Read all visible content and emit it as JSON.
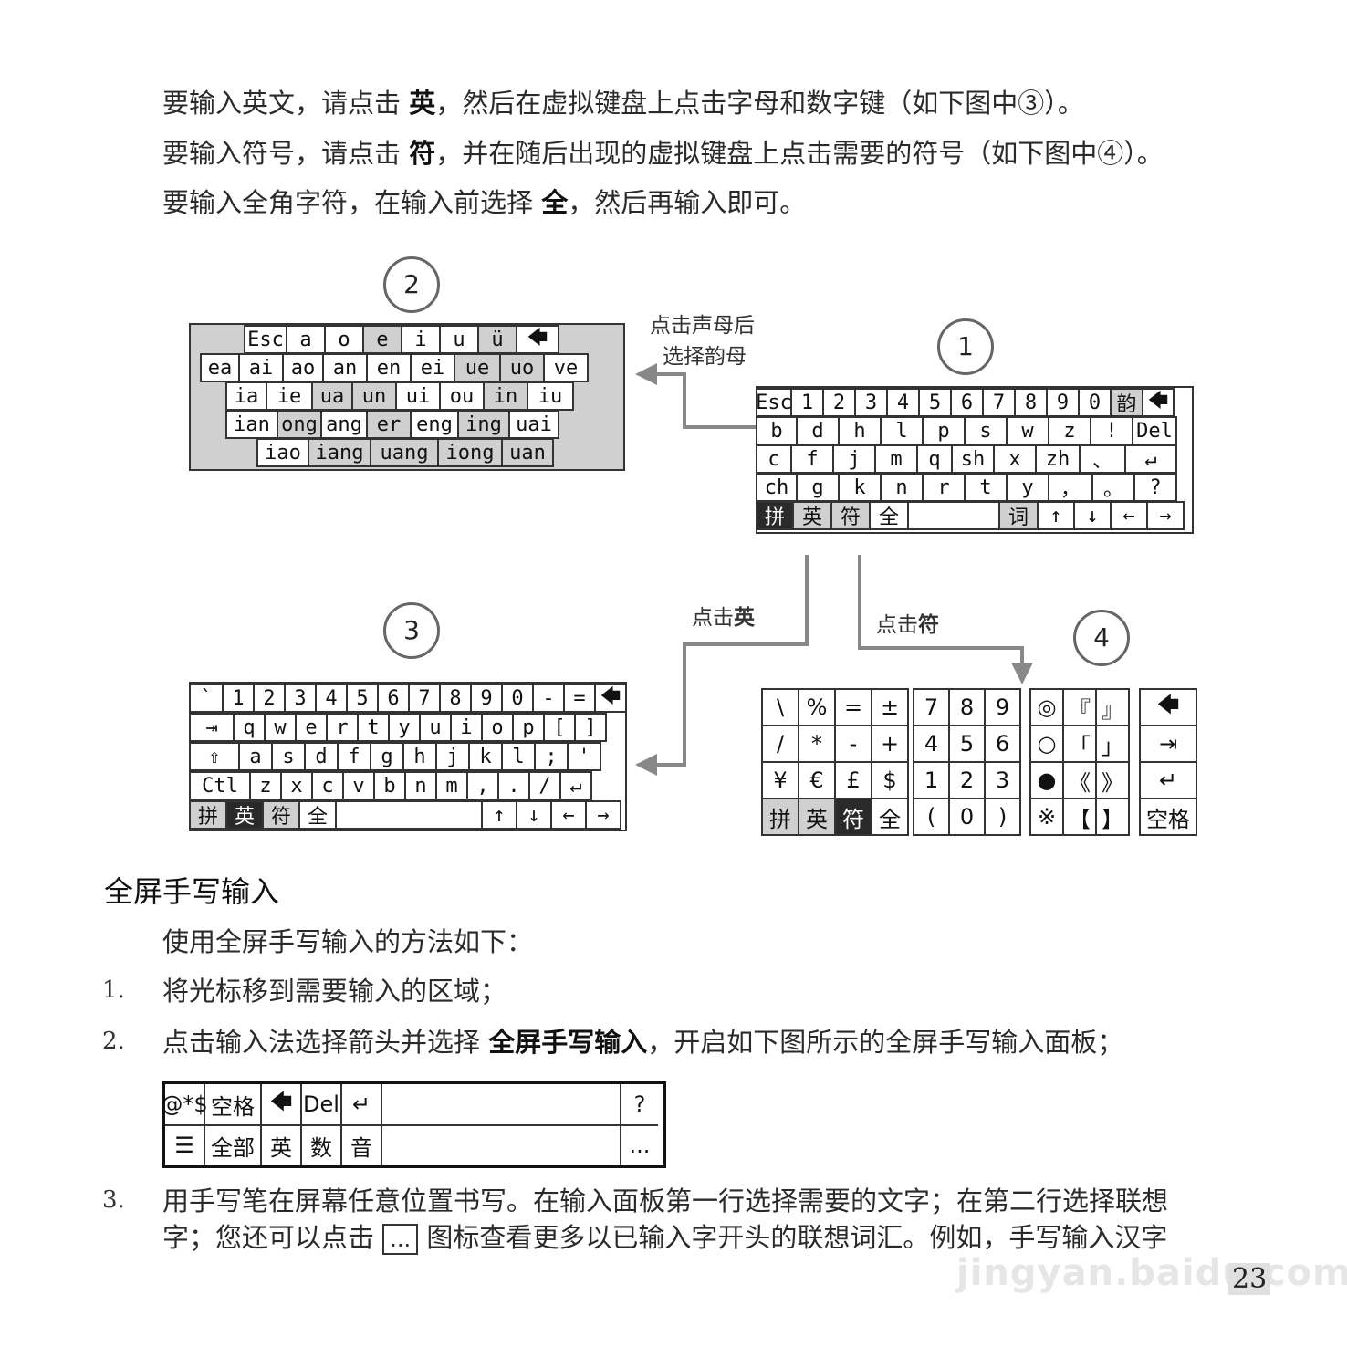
{
  "intro": {
    "line1_a": "要输入英文，请点击 ",
    "line1_b": "英",
    "line1_c": "，然后在虚拟键盘上点击字母和数字键（如下图中③）。",
    "line2_a": "要输入符号，请点击 ",
    "line2_b": "符",
    "line2_c": "，并在随后出现的虚拟键盘上点击需要的符号（如下图中④）。",
    "line3_a": "要输入全角字符，在输入前选择 ",
    "line3_b": "全",
    "line3_c": "，然后再输入即可。"
  },
  "labels": {
    "c1": "1",
    "c2": "2",
    "c3": "3",
    "c4": "4",
    "anno_vowel_1": "点击声母后",
    "anno_vowel_2": "选择韵母",
    "anno_eng_a": "点击",
    "anno_eng_b": "英",
    "anno_sym_a": "点击",
    "anno_sym_b": "符"
  },
  "kb1": {
    "rows": [
      [
        "Esc",
        "1",
        "2",
        "3",
        "4",
        "5",
        "6",
        "7",
        "8",
        "9",
        "0",
        "韵",
        "🡄"
      ],
      [
        "b",
        "d",
        "h",
        "l",
        "p",
        "s",
        "w",
        "z",
        "!",
        "Del"
      ],
      [
        "c",
        "f",
        "j",
        "m",
        "q",
        "sh",
        "x",
        "zh",
        "、",
        "↵"
      ],
      [
        "ch",
        "g",
        "k",
        "n",
        "r",
        "t",
        "y",
        "，",
        "。",
        "?"
      ],
      [
        "拼",
        "英",
        "符",
        "全",
        "",
        "词",
        "↑",
        "↓",
        "←",
        "→"
      ]
    ]
  },
  "kb2": {
    "rows": [
      [
        "Esc",
        "a",
        "o",
        "e",
        "i",
        "u",
        "ü",
        "🡄"
      ],
      [
        "ea",
        "ai",
        "ao",
        "an",
        "en",
        "ei",
        "ue",
        "uo",
        "ve"
      ],
      [
        "ia",
        "ie",
        "ua",
        "un",
        "ui",
        "ou",
        "in",
        "iu"
      ],
      [
        "ian",
        "ong",
        "ang",
        "er",
        "eng",
        "ing",
        "uai"
      ],
      [
        "iao",
        "iang",
        "uang",
        "iong",
        "uan"
      ]
    ]
  },
  "kb3": {
    "rows": [
      [
        "`",
        "1",
        "2",
        "3",
        "4",
        "5",
        "6",
        "7",
        "8",
        "9",
        "0",
        "-",
        "=",
        "🡄"
      ],
      [
        "⇥",
        "q",
        "w",
        "e",
        "r",
        "t",
        "y",
        "u",
        "i",
        "o",
        "p",
        "[",
        "]"
      ],
      [
        "⇧",
        "a",
        "s",
        "d",
        "f",
        "g",
        "h",
        "j",
        "k",
        "l",
        ";",
        "'"
      ],
      [
        "Ctl",
        "z",
        "x",
        "c",
        "v",
        "b",
        "n",
        "m",
        ",",
        ".",
        "/",
        "↵"
      ],
      [
        "拼",
        "英",
        "符",
        "全",
        "",
        "↑",
        "↓",
        "←",
        "→"
      ]
    ]
  },
  "kb4": {
    "block1": [
      "\\",
      "%",
      "=",
      "±",
      "/",
      "*",
      "-",
      "+",
      "¥",
      "€",
      "£",
      "$",
      "拼",
      "英",
      "符",
      "全"
    ],
    "block2": [
      "7",
      "8",
      "9",
      "4",
      "5",
      "6",
      "1",
      "2",
      "3",
      "(",
      "0",
      ")"
    ],
    "block3": [
      "◎",
      "『",
      "』",
      "○",
      "「",
      "」",
      "●",
      "《",
      "》",
      "※",
      "【",
      "】"
    ],
    "block4": [
      "🡄",
      "⇥",
      "↵",
      "空格"
    ]
  },
  "section": {
    "heading": "全屏手写输入",
    "desc": "使用全屏手写输入的方法如下：",
    "item1_num": "1.",
    "item1": "将光标移到需要输入的区域；",
    "item2_num": "2.",
    "item2_a": "点击输入法选择箭头并选择 ",
    "item2_b": "全屏手写输入",
    "item2_c": "，开启如下图所示的全屏手写输入面板；",
    "item3_num": "3.",
    "item3_line1": "用手写笔在屏幕任意位置书写。在输入面板第一行选择需要的文字；在第二行选择联想",
    "item3_line2_a": "字；您还可以点击 ",
    "item3_line2_box": "...",
    "item3_line2_b": " 图标查看更多以已输入字开头的联想词汇。例如，手写输入汉字"
  },
  "panel": {
    "row1": [
      "@*$",
      "空格",
      "🡄",
      "Del",
      "↵",
      "",
      "?"
    ],
    "row2": [
      "☰",
      "全部",
      "英",
      "数",
      "音",
      "",
      "..."
    ]
  },
  "page_number": "23",
  "watermark": "jingyan.baidu.com"
}
